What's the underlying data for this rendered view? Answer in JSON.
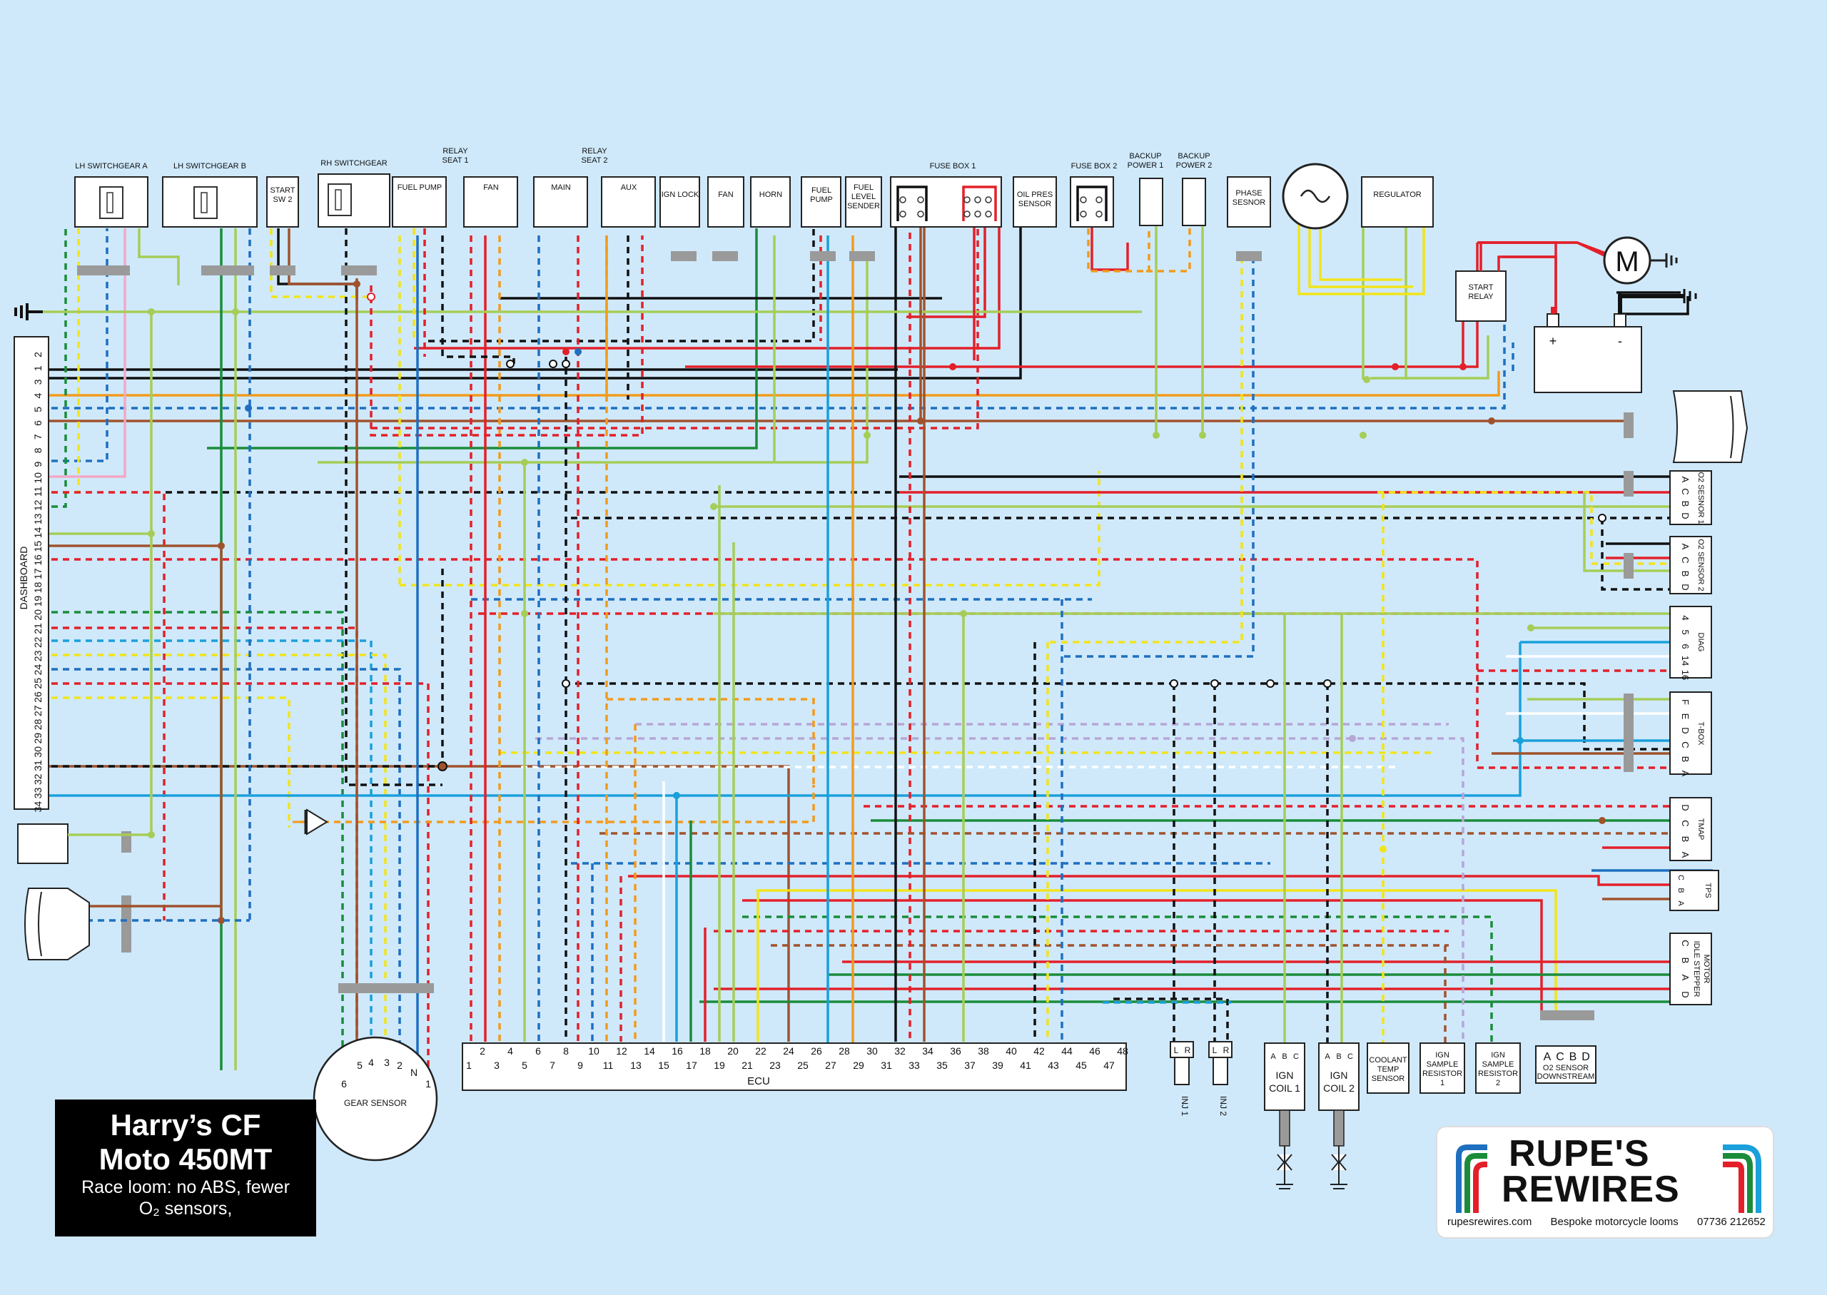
{
  "title": {
    "main_line1": "Harry’s CF",
    "main_line2": "Moto 450MT",
    "sub_line1": "Race loom: no ABS, fewer",
    "sub_line2": "O₂ sensors,"
  },
  "brand": {
    "name_line1": "RUPE'S",
    "name_line2": "REWIRES",
    "website": "rupesrewires.com",
    "tagline": "Bespoke motorcycle looms",
    "phone": "07736 212652"
  },
  "components": {
    "lh_switchgear_a": "LH SWITCHGEAR A",
    "lh_switchgear_b": "LH SWITCHGEAR B",
    "start_sw2_1": "START",
    "start_sw2_2": "SW 2",
    "rh_switchgear": "RH SWITCHGEAR",
    "fuel_pump": "FUEL PUMP",
    "relay_seat1_1": "RELAY",
    "relay_seat1_2": "SEAT 1",
    "fan_relay": "FAN",
    "relay_seat2_1": "RELAY",
    "relay_seat2_2": "SEAT 2",
    "main_relay": "MAIN",
    "aux_relay": "AUX",
    "ign_lock": "IGN LOCK",
    "fan": "FAN",
    "horn": "HORN",
    "fuel_pump_b1": "FUEL",
    "fuel_pump_b2": "PUMP",
    "fuel_level_1": "FUEL",
    "fuel_level_2": "LEVEL",
    "fuel_level_3": "SENDER",
    "fuse_box_1": "FUSE BOX 1",
    "oil_pres_1": "OIL PRES",
    "oil_pres_2": "SENSOR",
    "fuse_box_2": "FUSE BOX 2",
    "backup1_1": "BACKUP",
    "backup1_2": "POWER 1",
    "backup2_1": "BACKUP",
    "backup2_2": "POWER 2",
    "phase_1": "PHASE",
    "phase_2": "SESNOR",
    "regulator": "REGULATOR",
    "start_relay_1": "START",
    "start_relay_2": "RELAY",
    "motor": "M",
    "battery_plus": "+",
    "battery_minus": "-",
    "dashboard": "DASHBOARD",
    "ecu": "ECU",
    "gear_sensor": "GEAR SENSOR",
    "o2_sensor_1": "O2 SESNOR 1",
    "o2_sensor_2": "O2 SENSOR 2",
    "diag": "DIAG",
    "tbox": "T-BOX",
    "tmap": "TMAP",
    "tps": "TPS",
    "idle_stepper_1": "IDLE STEPPER",
    "idle_stepper_2": "MOTOR",
    "inj1": "INJ 1",
    "inj2": "INJ 2",
    "ign_coil1_1": "IGN",
    "ign_coil1_2": "COIL 1",
    "ign_coil2_1": "IGN",
    "ign_coil2_2": "COIL 2",
    "coolant_1": "COOLANT",
    "coolant_2": "TEMP",
    "coolant_3": "SENSOR",
    "sample1_1": "IGN",
    "sample1_2": "SAMPLE",
    "sample1_3": "RESISTOR",
    "sample1_4": "1",
    "sample2_1": "IGN",
    "sample2_2": "SAMPLE",
    "sample2_3": "RESISTOR",
    "sample2_4": "2",
    "o2_down_1": "O2 SENSOR",
    "o2_down_2": "DOWNSTREAM"
  },
  "pins": {
    "dashboard": [
      "2",
      "1",
      "3",
      "4",
      "5",
      "6",
      "7",
      "8",
      "9",
      "10",
      "11",
      "12",
      "13",
      "14",
      "15",
      "16",
      "17",
      "18",
      "19",
      "20",
      "21",
      "22",
      "23",
      "24",
      "25",
      "26",
      "27",
      "28",
      "29",
      "30",
      "31",
      "32",
      "33",
      "34"
    ],
    "ecu_top": [
      "2",
      "4",
      "6",
      "8",
      "10",
      "12",
      "14",
      "16",
      "18",
      "20",
      "22",
      "24",
      "26",
      "28",
      "30",
      "32",
      "34",
      "36",
      "38",
      "40",
      "42",
      "44",
      "46",
      "48"
    ],
    "ecu_bottom": [
      "1",
      "3",
      "5",
      "7",
      "9",
      "11",
      "13",
      "15",
      "17",
      "19",
      "21",
      "23",
      "25",
      "27",
      "29",
      "31",
      "33",
      "35",
      "37",
      "39",
      "41",
      "43",
      "45",
      "47"
    ],
    "gear_sensor": [
      "6",
      "5",
      "4",
      "3",
      "2",
      "N",
      "1"
    ],
    "o2_1": [
      "A",
      "C",
      "B",
      "D"
    ],
    "o2_2": [
      "A",
      "C",
      "B",
      "D"
    ],
    "diag": [
      "4",
      "5",
      "6",
      "14",
      "16"
    ],
    "tbox": [
      "F",
      "E",
      "D",
      "C",
      "B",
      "A"
    ],
    "tmap": [
      "D",
      "C",
      "B",
      "A"
    ],
    "tps": [
      "C",
      "B",
      "A"
    ],
    "idle": [
      "C",
      "B",
      "A",
      "D"
    ],
    "inj": [
      "L",
      "R"
    ],
    "coil": [
      "A",
      "B",
      "C"
    ],
    "o2_down": [
      "A",
      "C",
      "B",
      "D"
    ]
  },
  "colors": {
    "red": "#e3202a",
    "black": "#111111",
    "blue": "#1f6fc0",
    "cyan": "#1aa0db",
    "green": "#1a8c3a",
    "lime": "#a6cd57",
    "yellow": "#f2e41a",
    "orange": "#f29b1d",
    "brown": "#a0522d",
    "white": "#ffffff",
    "pink": "#f4a7c6",
    "lilac": "#b7a6d6",
    "grey": "#9a9a9a",
    "background": "#cfe9fb"
  },
  "icons": [
    "ground-icon",
    "diode-icon",
    "alternator-icon",
    "motor-icon",
    "battery-icon",
    "switch-icon",
    "spark-plug-icon"
  ]
}
